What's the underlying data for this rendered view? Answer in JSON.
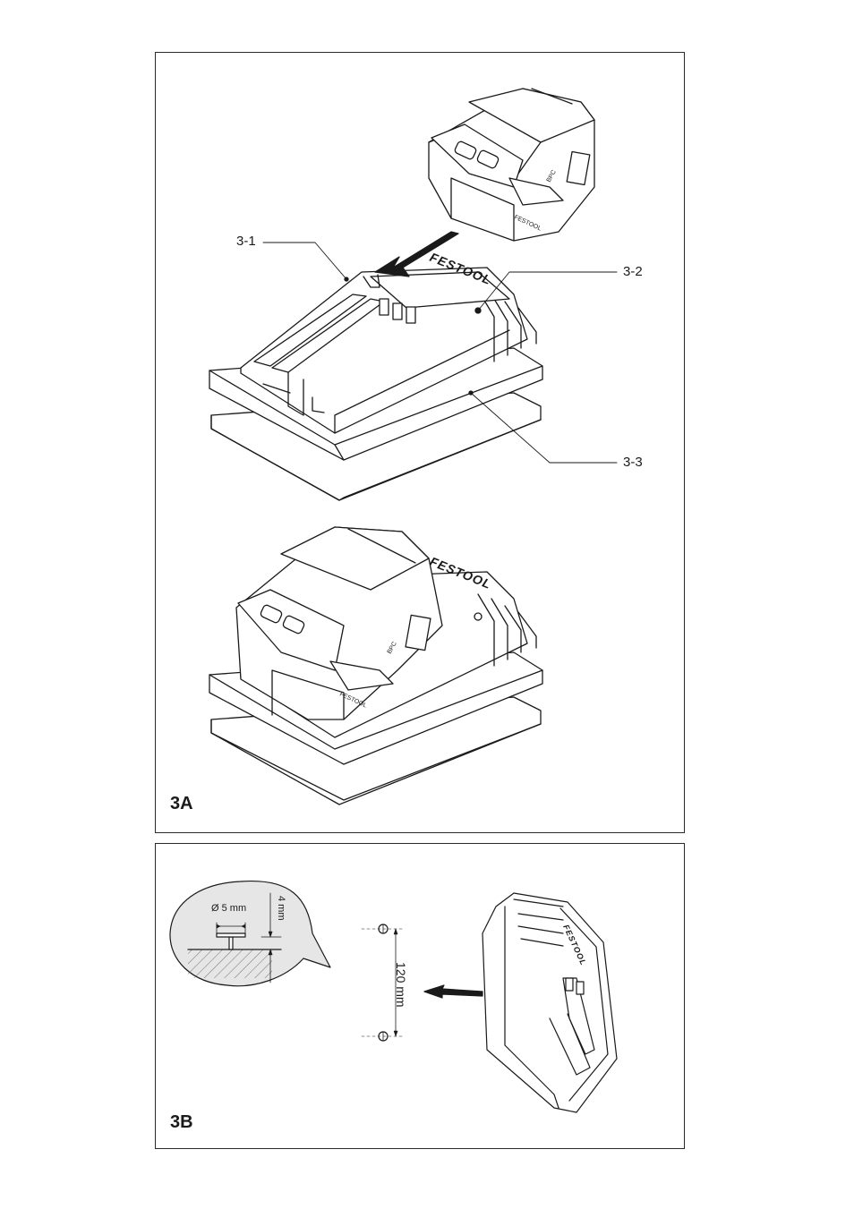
{
  "figure_3a": {
    "label": "3A",
    "callouts": [
      "3-1",
      "3-2",
      "3-3"
    ],
    "brand": "FESTOOL",
    "small_brand": "FESTOOL",
    "battery_badge": "BPC"
  },
  "figure_3b": {
    "label": "3B",
    "diameter": "Ø 5 mm",
    "depth": "4 mm",
    "spacing": "120 mm",
    "brand": "FESTOOL"
  }
}
